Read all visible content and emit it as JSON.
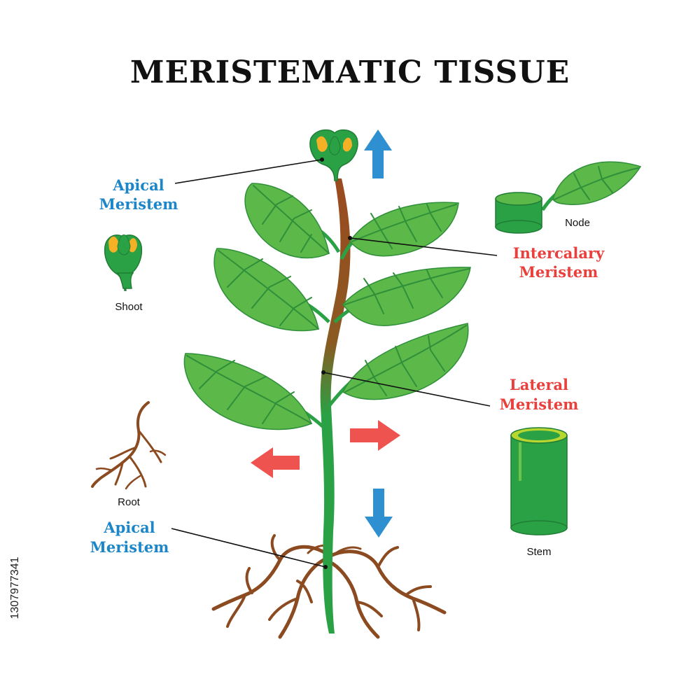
{
  "title": "MERISTEMATIC TISSUE",
  "labels": {
    "apical_top_line1": "Apical",
    "apical_top_line2": "Meristem",
    "apical_bottom_line1": "Apical",
    "apical_bottom_line2": "Meristem",
    "intercalary_line1": "Intercalary",
    "intercalary_line2": "Meristem",
    "lateral_line1": "Lateral",
    "lateral_line2": "Meristem"
  },
  "captions": {
    "shoot": "Shoot",
    "root": "Root",
    "node": "Node",
    "stem": "Stem"
  },
  "watermark_id": "1307977341",
  "colors": {
    "apical_label": "#1c86c8",
    "lateral_label": "#e8413d",
    "arrow_blue": "#2e8fd1",
    "arrow_red": "#ef5350",
    "plant_green": "#2aa145",
    "leaf_green": "#5cb848",
    "root_brown": "#8b4a20"
  }
}
